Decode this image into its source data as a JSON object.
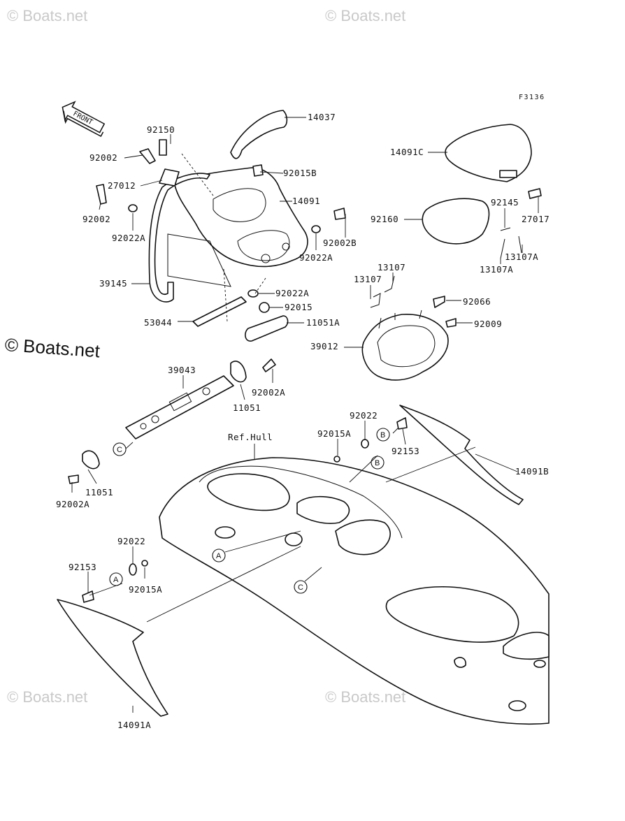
{
  "figure_code": "F3136",
  "front_label": "FRONT",
  "ref_hull_label": "Ref.Hull",
  "brand_text": "© Boats.net",
  "watermark_text": "© Boats.net",
  "callouts": {
    "a": "A",
    "b": "B",
    "c": "C"
  },
  "part_labels": {
    "p14037": "14037",
    "p92150": "92150",
    "p92002_top": "92002",
    "p27012": "27012",
    "p92015B": "92015B",
    "p14091": "14091",
    "p92002_left": "92002",
    "p92022A_left": "92022A",
    "p92002B": "92002B",
    "p92022A_right": "92022A",
    "p39145": "39145",
    "p92022A_low": "92022A",
    "p92015": "92015",
    "p53044": "53044",
    "p11051A": "11051A",
    "p14091C": "14091C",
    "p92145": "92145",
    "p92160": "92160",
    "p27017": "27017",
    "p13107A_r": "13107A",
    "p13107A_l": "13107A",
    "p13107_top": "13107",
    "p13107_left": "13107",
    "p92066": "92066",
    "p92009": "92009",
    "p39012": "39012",
    "p39043": "39043",
    "p92002A_top": "92002A",
    "p11051_top": "11051",
    "p92022_mid": "92022",
    "p92015A_mid": "92015A",
    "p92153_mid": "92153",
    "p14091B": "14091B",
    "p11051_low": "11051",
    "p92002A_low": "92002A",
    "p92022_low": "92022",
    "p92153_low": "92153",
    "p92015A_low": "92015A",
    "p14091A": "14091A"
  }
}
